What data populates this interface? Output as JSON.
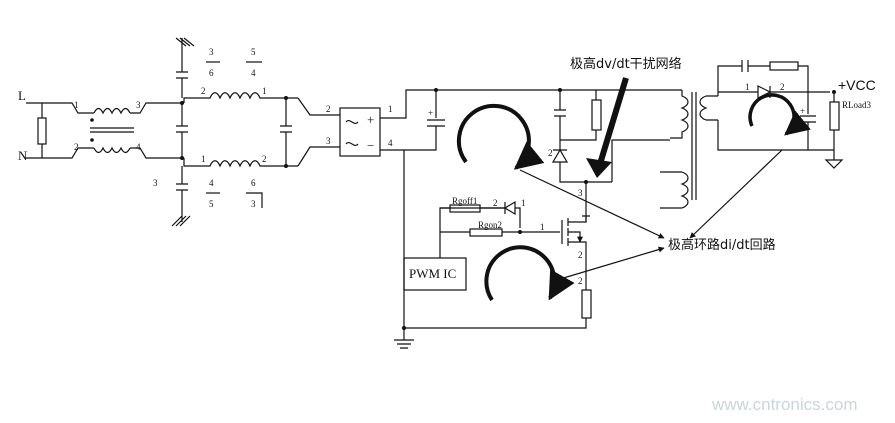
{
  "labels": {
    "line": "L",
    "neutral": "N",
    "vcc": "+VCC",
    "rload": "RLoad3",
    "rgoff": "Rgoff1",
    "rgon": "Rgon2",
    "pwm_ic": "PWM IC",
    "plus": "+",
    "minus": "−"
  },
  "annotations": {
    "dvdt": "极高dv/dt干扰网络",
    "didt": "极高环路di/dt回路"
  },
  "pins": {
    "cm_in_top": "1",
    "cm_in_bot": "2",
    "cm_out_top": "3",
    "cm_out_bot": "4",
    "y_top_a": "3",
    "y_top_b": "6",
    "y_top_c": "5",
    "y_top_d": "4",
    "y_bot_a": "3",
    "y_bot_b": "4",
    "y_bot_c": "6",
    "y_bot_d": "5",
    "y_bot_e": "3",
    "l_top_a": "2",
    "l_top_b": "1",
    "l_bot_a": "1",
    "l_bot_b": "2",
    "br_ac1": "2",
    "br_ac2": "3",
    "br_p": "1",
    "br_n": "4",
    "d_gate_a": "2",
    "d_gate_b": "1",
    "q_gate": "1",
    "q_d": "3",
    "q_s": "2",
    "rsense": "2",
    "snub_2": "2",
    "d_out_1": "1",
    "d_out_2": "2"
  },
  "watermark": "www.cntronics.com"
}
